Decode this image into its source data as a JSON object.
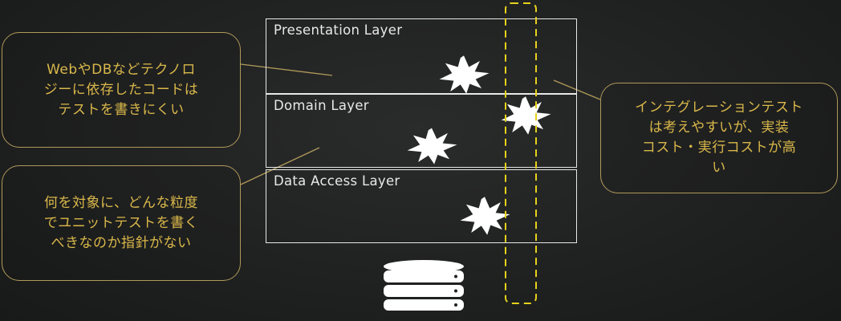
{
  "layers": [
    {
      "label": "Presentation Layer"
    },
    {
      "label": "Domain Layer"
    },
    {
      "label": "Data Access Layer"
    }
  ],
  "callouts": {
    "tech_dependency": "WebやDBなどテクノロ\nジーに依存したコードは\nテストを書きにくい",
    "unit_test_guideline": "何を対象に、どんな粒度\nでユニットテストを書く\nべきなのか指針がない",
    "integration_test": "インテグレーションテスト\nは考えやすいが、実装\nコスト・実行コストが高\nい"
  },
  "icons": {
    "database": "database-icon",
    "problem": "explosion-icon"
  },
  "colors": {
    "background": "#1f2020",
    "layer_border": "#e8e8e8",
    "callout_text": "#d9b84a",
    "callout_border": "#b09a5a",
    "integration_highlight": "#e6d21c"
  }
}
